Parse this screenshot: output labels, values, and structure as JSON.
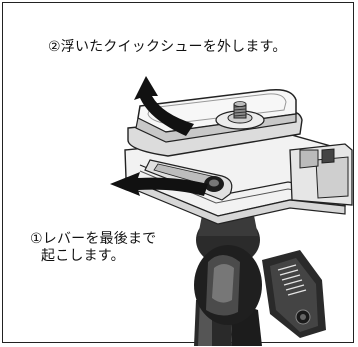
{
  "instructions": {
    "step1": {
      "line1": "①レバーを最後まで",
      "line2": "起こします。"
    },
    "step2": "②浮いたクイックシューを外します。"
  },
  "icons": {
    "lift_arrow": "curved-arrow-up-icon",
    "lever_arrow": "curved-arrow-left-icon"
  },
  "colors": {
    "arrow": "#111111",
    "line": "#222222",
    "gray": "#c9c9c9",
    "dark": "#1a1a1a"
  }
}
